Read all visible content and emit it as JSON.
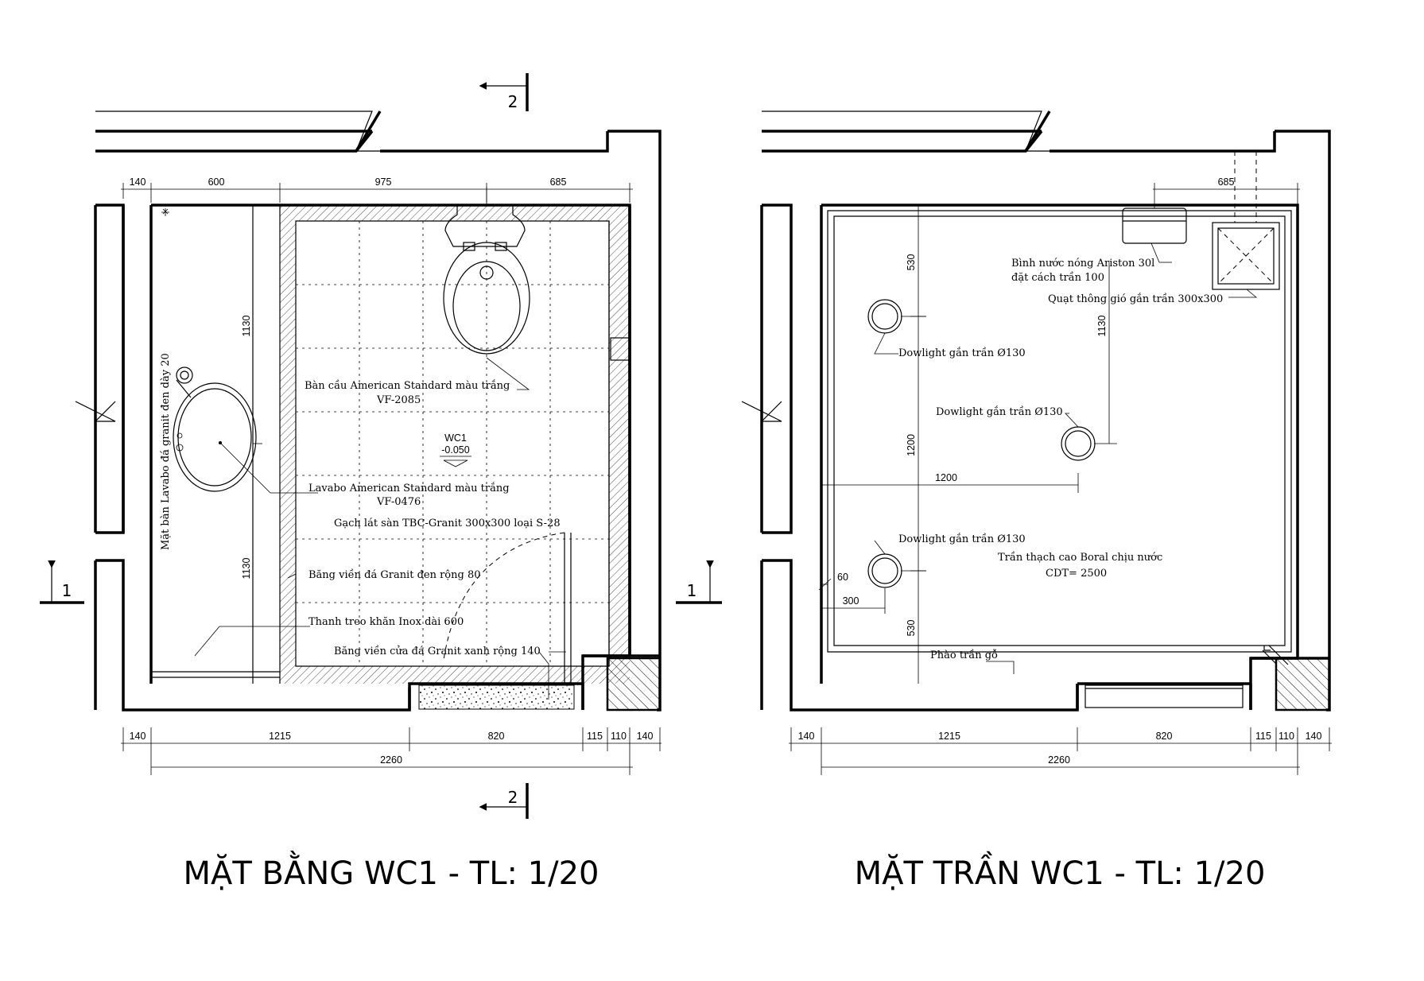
{
  "plan": {
    "title": "MẶT BẰNG WC1 - TL: 1/20",
    "section_marks": {
      "top": "2",
      "bottom": "2",
      "left": "1"
    },
    "room": {
      "name": "WC1",
      "level": "-0.050"
    },
    "dims_top": [
      "140",
      "600",
      "975",
      "685"
    ],
    "dims_bottom": [
      "140",
      "1215",
      "820",
      "115",
      "110",
      "140"
    ],
    "dim_total": "2260",
    "dims_vertical": [
      "1130",
      "1130"
    ],
    "notes": {
      "vanity": "Mặt bàn Lavabo đá granit đen dày 20",
      "toilet_line1": "Bàn cầu American Standard màu trắng",
      "toilet_line2": "VF-2085",
      "basin_line1": "Lavabo American Standard màu trắng",
      "basin_line2": "VF-0476",
      "floor_tile": "Gạch lát sàn TBC-Granit 300x300 loại S-28",
      "border": "Băng viền đá Granit đen rộng 80",
      "towel_bar": "Thanh treo khăn Inox dài 600",
      "door_border": "Băng viền cửa đá Granit xanh rộng 140"
    }
  },
  "ceiling": {
    "title": "MẶT TRẦN WC1 - TL: 1/20",
    "section_marks": {
      "right": "1"
    },
    "dims_top": [
      "685"
    ],
    "dims_bottom": [
      "140",
      "1215",
      "820",
      "115",
      "110",
      "140"
    ],
    "dim_total": "2260",
    "dims_vertical": [
      "530",
      "1130",
      "1200",
      "530"
    ],
    "dim_horizontal": "1200",
    "dim_small": [
      "60",
      "300"
    ],
    "notes": {
      "heater_line1": "Bình nước nóng Ariston 30l",
      "heater_line2": "đặt cách trần 100",
      "fan": "Quạt thông gió gắn trần 300x300",
      "downlight_1": "Dowlight gắn trần Ø130",
      "downlight_2": "Dowlight gắn trần Ø130",
      "downlight_3": "Dowlight gắn trần Ø130",
      "ceiling_line1": "Trần thạch cao Boral chịu nước",
      "ceiling_line2": "CDT= 2500",
      "cornice": "Phào trần gỗ"
    }
  }
}
